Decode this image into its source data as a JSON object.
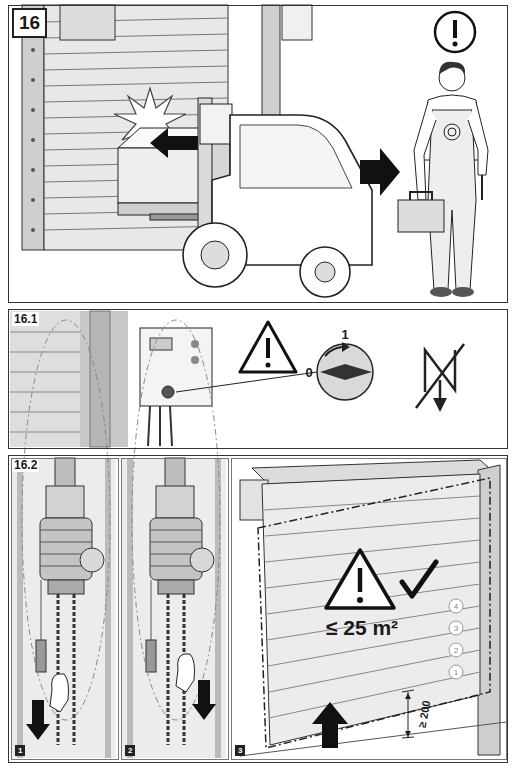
{
  "diagram": {
    "nodes": [
      {
        "text": [
          "16"
        ]
      },
      {
        "text": [
          "16.1"
        ]
      },
      {
        "text": [
          "16.2"
        ]
      },
      {
        "text": [
          "1"
        ],
        "in": 2
      },
      {
        "text": [
          "2"
        ],
        "in": 2
      },
      {
        "text": [
          "3"
        ],
        "in": 2
      }
    ],
    "labels": [
      "1",
      "0",
      "≤ 25 m²",
      "≥ 200",
      "4",
      "3",
      "2",
      "1"
    ]
  }
}
